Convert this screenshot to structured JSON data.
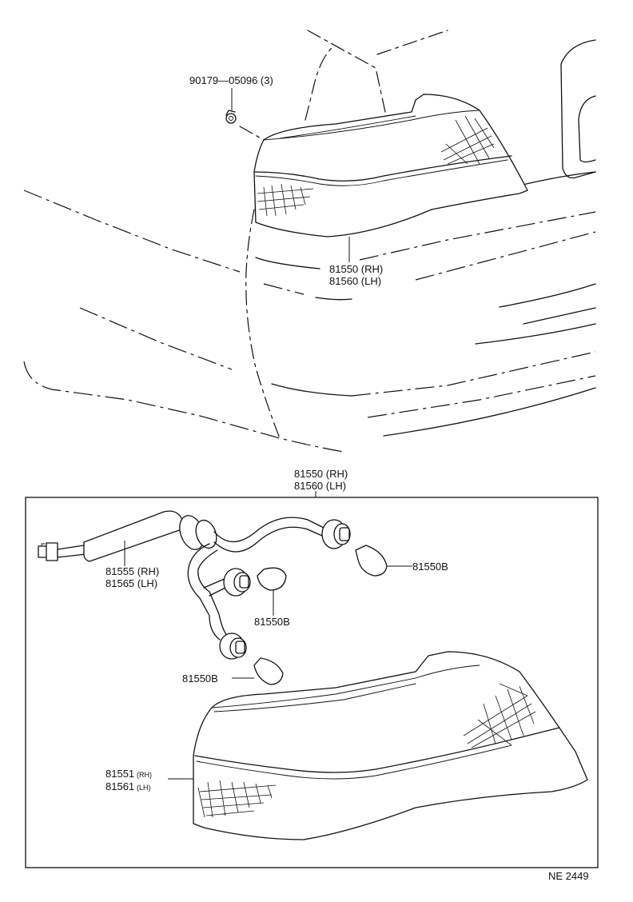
{
  "diagram": {
    "upper_labels": {
      "screw_part": "90179—05096 (3)",
      "lamp_rh": "81550 (RH)",
      "lamp_lh": "81560 (LH)"
    },
    "box_header": {
      "rh": "81550 (RH)",
      "lh": "81560 (LH)"
    },
    "box_labels": {
      "wire_rh": "81555 (RH)",
      "wire_lh": "81565 (LH)",
      "bulb_right": "81550B",
      "bulb_middle": "81550B",
      "bulb_left": "81550B",
      "lens_rh_num": "81551",
      "lens_rh_tag": "(RH)",
      "lens_lh_num": "81561",
      "lens_lh_tag": "(LH)"
    },
    "diagram_code": "NE 2449",
    "colors": {
      "ink": "#111111",
      "paper": "#ffffff"
    }
  }
}
